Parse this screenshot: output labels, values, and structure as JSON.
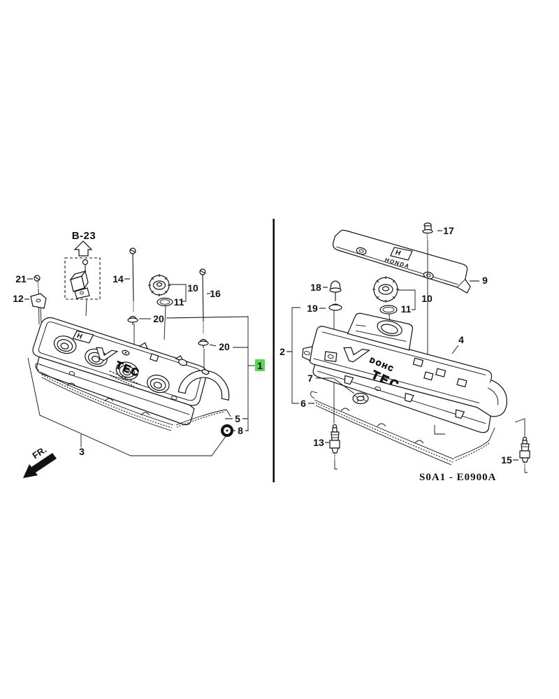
{
  "diagram": {
    "code_label": "S0A1 - E0900A",
    "fr_label": "FR.",
    "highlight_color": "#55d955",
    "left_view": {
      "ref_label": "B-23",
      "honda_logo": "H",
      "cover_text": "TEC",
      "callouts": {
        "c21": "21",
        "c12": "12",
        "c14": "14",
        "c10": "10",
        "c11": "11",
        "c16": "16",
        "c20a": "20",
        "c20b": "20",
        "c1": "1",
        "c5": "5",
        "c8": "8",
        "c3": "3"
      }
    },
    "right_view": {
      "strip_logo": "H",
      "strip_text": "HONDA",
      "cover_text_line1": "DOHC",
      "cover_text_line2": "TEC",
      "callouts": {
        "c17": "17",
        "c9": "9",
        "c18": "18",
        "c19": "19",
        "c10": "10",
        "c11": "11",
        "c2": "2",
        "c4": "4",
        "c7": "7",
        "c6": "6",
        "c13": "13",
        "c15": "15"
      }
    }
  }
}
